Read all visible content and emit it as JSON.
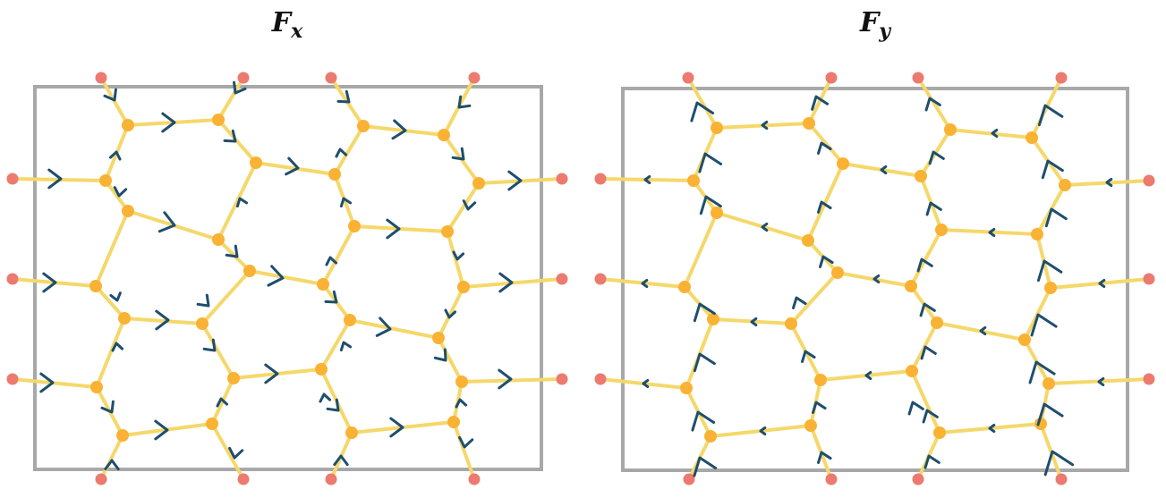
{
  "panels": [
    {
      "id": "left",
      "title_main": "F",
      "title_sub": "x"
    },
    {
      "id": "right",
      "title_main": "F",
      "title_sub": "y"
    }
  ],
  "colors": {
    "frame": "#a8a8a8",
    "edge": "#f5d86b",
    "node": "#f9b233",
    "boundary_node": "#ec7a6f",
    "arrow": "#1f4e6e"
  },
  "icons": [
    "chevron-arrow-icon"
  ]
}
